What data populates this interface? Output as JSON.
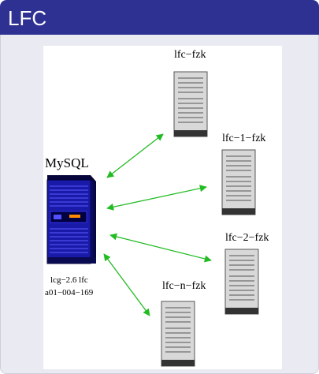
{
  "slide": {
    "title": "LFC"
  },
  "diagram": {
    "db_label": "MySQL",
    "db_caption_line1": "lcg−2.6 lfc",
    "db_caption_line2": "a01−004−169",
    "servers": [
      {
        "label": "lfc−fzk"
      },
      {
        "label": "lfc−1−fzk"
      },
      {
        "label": "lfc−2−fzk"
      },
      {
        "label": "lfc−n−fzk"
      }
    ],
    "colors": {
      "title_bar": "#2e3192",
      "arrow": "#22bb22",
      "db_blue": "#1a1aa8",
      "server_gray": "#d0d0d0"
    },
    "icons": {
      "db": "mysql-server-tower-icon",
      "server": "file-server-tower-icon"
    }
  }
}
